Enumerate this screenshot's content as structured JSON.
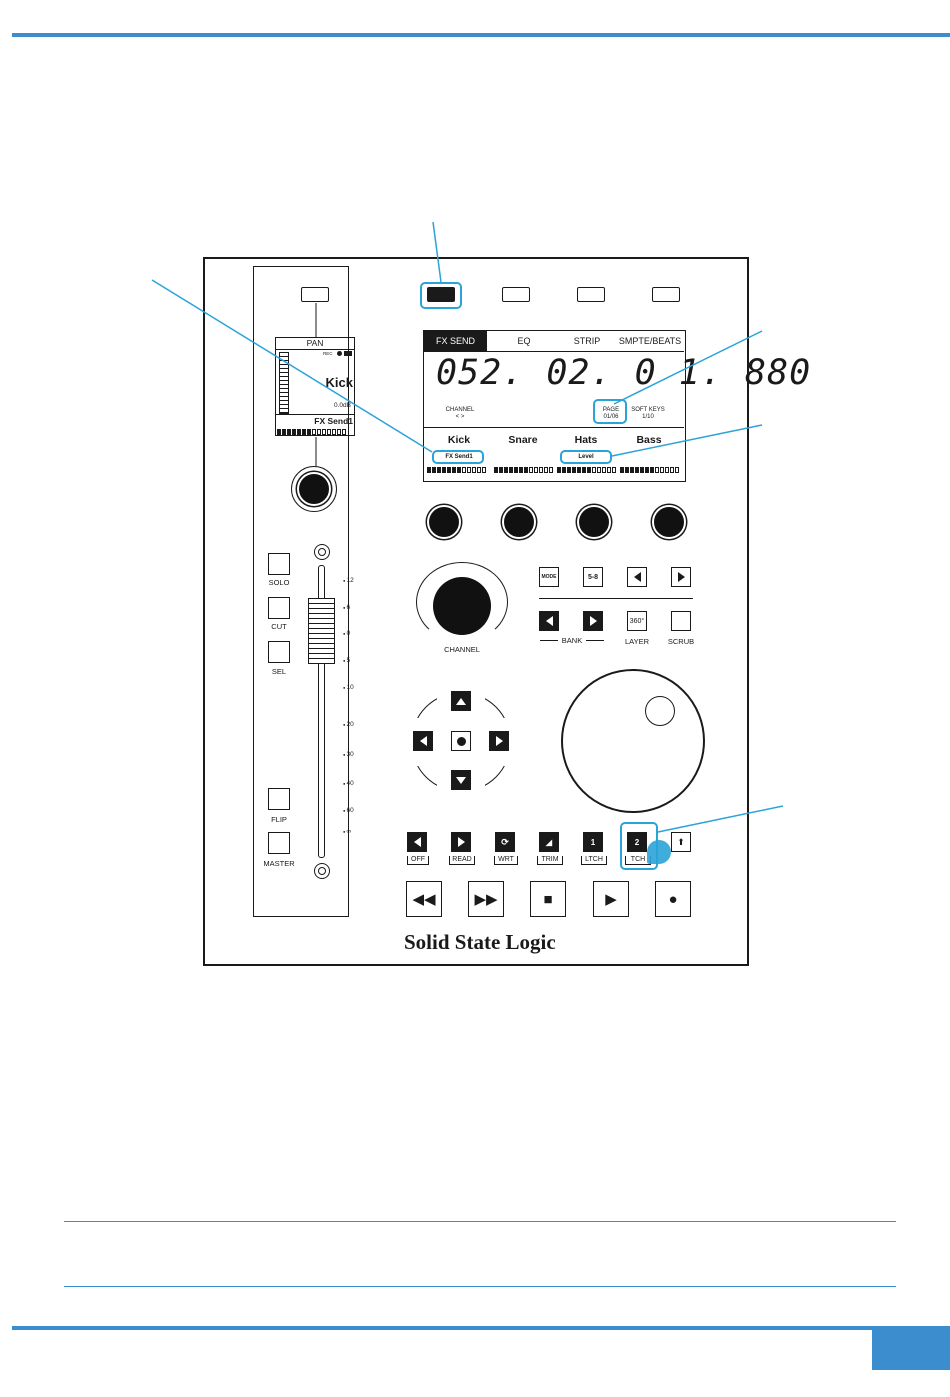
{
  "channel_strip": {
    "display_parameter": "PAN",
    "rec_indicator": "REC",
    "track_name": "Kick",
    "level_value": "0.0dB",
    "send_name": "FX Send1",
    "buttons": [
      "SOLO",
      "CUT",
      "SEL",
      "FLIP",
      "MASTER"
    ],
    "fader_scale": [
      "12",
      "6",
      "0",
      "5",
      "10",
      "20",
      "30",
      "40",
      "60",
      "∞"
    ]
  },
  "lcd": {
    "tabs": [
      "FX SEND",
      "EQ",
      "STRIP",
      "SMPTE/BEATS"
    ],
    "active_tab": "FX SEND",
    "timecode": "052. 02. 0 1. 880",
    "channel_label": "CHANNEL",
    "channel_arrows": "< >",
    "page_label": "PAGE",
    "page_value": "01/06",
    "softkeys_label": "SOFT KEYS",
    "softkeys_value": "1/10",
    "channels": [
      "Kick",
      "Snare",
      "Hats",
      "Bass"
    ],
    "param_left": "FX Send1",
    "param_right": "Level"
  },
  "nav": {
    "mode": "MODE",
    "five_eight": "5-8",
    "bank": "BANK",
    "layer_key": "360°",
    "layer": "LAYER",
    "scrub": "SCRUB",
    "channel": "CHANNEL"
  },
  "automation": {
    "labels": [
      "OFF",
      "READ",
      "WRT",
      "TRIM",
      "LTCH",
      "TCH"
    ],
    "latch_key": "1",
    "touch_key": "2"
  },
  "transport": [
    "rewind-icon",
    "fast-forward-icon",
    "stop-icon",
    "play-icon",
    "record-icon"
  ],
  "brand": "Solid State Logic",
  "colors": {
    "accent": "#3c8dce",
    "highlight": "#2aa3d8",
    "ink": "#1a1a1a"
  }
}
